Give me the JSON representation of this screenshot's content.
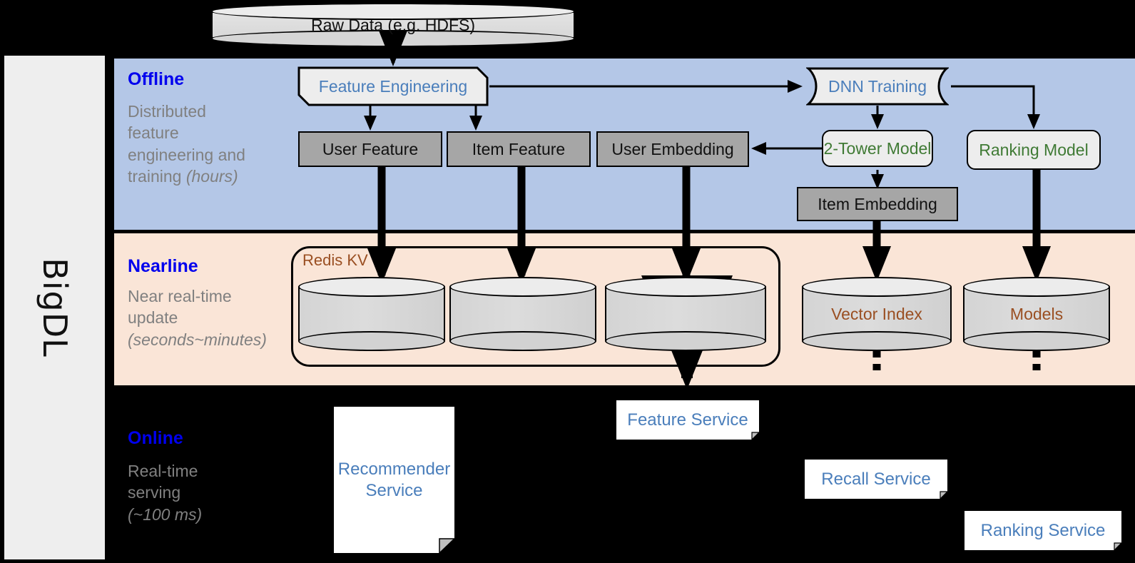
{
  "framework": {
    "name": "BigDL"
  },
  "top": {
    "raw_data": {
      "label": "Raw Data (e.g. HDFS)",
      "shape": "cylinder"
    }
  },
  "bands": [
    {
      "key": "offline",
      "title": "Offline",
      "subtitle_line1": "Distributed",
      "subtitle_line2": "feature",
      "subtitle_line3": "engineering and",
      "subtitle_line4": "training ",
      "subtitle_italic": "(hours)",
      "color": "#b4c7e7"
    },
    {
      "key": "nearline",
      "title": "Nearline",
      "subtitle_line1": "Near real-time",
      "subtitle_line2": "update",
      "subtitle_italic": "(seconds~minutes)",
      "color": "#fae5d7"
    },
    {
      "key": "online",
      "title": "Online",
      "subtitle_line1": "Real-time",
      "subtitle_line2": "serving",
      "subtitle_italic": "(~100 ms)",
      "color": "#000000"
    }
  ],
  "offline": {
    "feature_engineering": {
      "label": "Feature Engineering",
      "color": "#4a7ebb"
    },
    "dnn_training": {
      "label": "DNN Training",
      "color": "#4a7ebb"
    },
    "user_feature": {
      "label": "User Feature"
    },
    "item_feature": {
      "label": "Item Feature"
    },
    "user_embedding": {
      "label": "User Embedding"
    },
    "item_embedding": {
      "label": "Item Embedding"
    },
    "two_tower_model": {
      "label": "2-Tower Model",
      "color": "#3f7a34"
    },
    "ranking_model": {
      "label": "Ranking Model",
      "color": "#3f7a34"
    }
  },
  "nearline": {
    "redis_kv": {
      "label": "Redis KV",
      "color": "#9a4f22"
    },
    "stores": [
      {
        "label": ""
      },
      {
        "label": ""
      },
      {
        "label": ""
      }
    ],
    "vector_index": {
      "label": "Vector Index",
      "color": "#9a4f22"
    },
    "models": {
      "label": "Models",
      "color": "#9a4f22"
    }
  },
  "online": {
    "recommender_service": {
      "label": "Recommender\nService",
      "line1": "Recommender",
      "line2": "Service"
    },
    "feature_service": {
      "label": "Feature Service"
    },
    "recall_service": {
      "label": "Recall Service"
    },
    "ranking_service": {
      "label": "Ranking Service"
    }
  }
}
